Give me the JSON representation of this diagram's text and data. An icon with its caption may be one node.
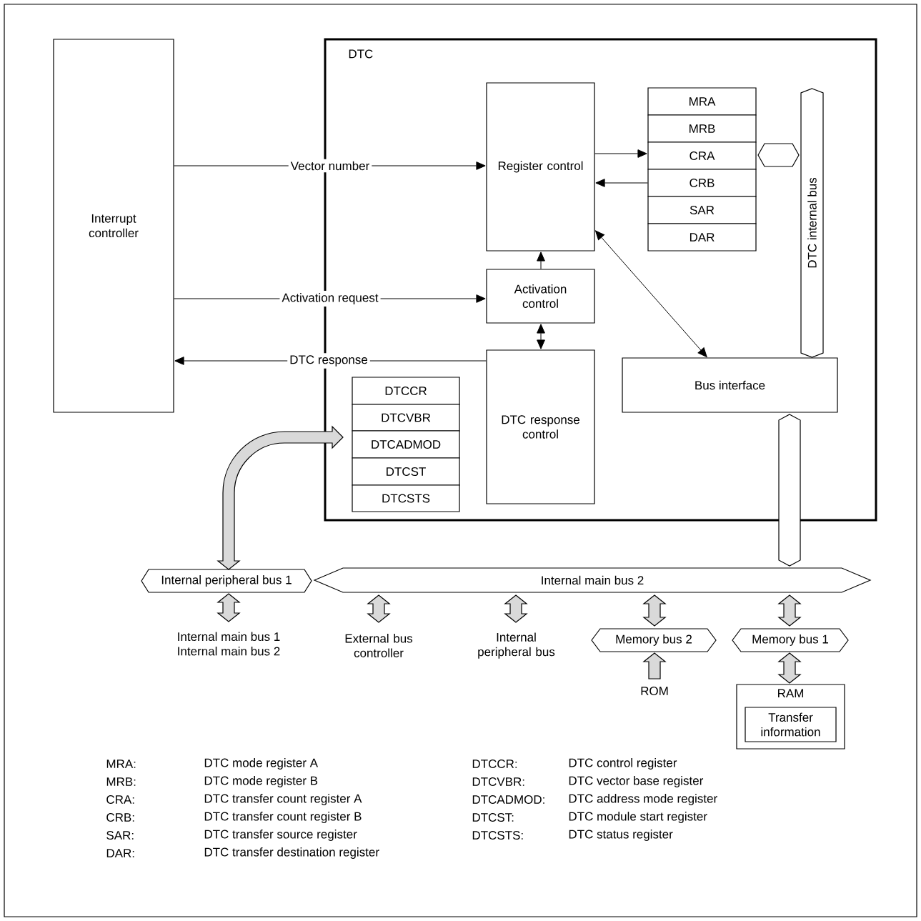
{
  "diagram": {
    "nodes": [
      {
        "text": [
          "Interrupt controller"
        ]
      },
      {
        "text": [
          "DTC"
        ]
      },
      {
        "text": [
          "Register control"
        ],
        "in": 1
      },
      {
        "text": [
          "MRA"
        ],
        "in": 1
      },
      {
        "text": [
          "MRB"
        ],
        "in": 1
      },
      {
        "text": [
          "CRA"
        ],
        "in": 1
      },
      {
        "text": [
          "CRB"
        ],
        "in": 1
      },
      {
        "text": [
          "SAR"
        ],
        "in": 1
      },
      {
        "text": [
          "DAR"
        ],
        "in": 1
      },
      {
        "text": [
          "DTC internal bus"
        ],
        "in": 1
      },
      {
        "text": [
          "Activation control"
        ],
        "in": 1
      },
      {
        "text": [
          "DTC response control"
        ],
        "in": 1
      },
      {
        "text": [
          "Bus interface"
        ],
        "in": 1
      },
      {
        "text": [
          "DTCCR"
        ],
        "in": 1
      },
      {
        "text": [
          "DTCVBR"
        ],
        "in": 1
      },
      {
        "text": [
          "DTCADMOD"
        ],
        "in": 1
      },
      {
        "text": [
          "DTCST"
        ],
        "in": 1
      },
      {
        "text": [
          "DTCSTS"
        ],
        "in": 1
      },
      {
        "text": [
          "Internal peripheral bus 1"
        ]
      },
      {
        "text": [
          "Internal main bus 2"
        ]
      },
      {
        "text": [
          "Internal main bus 1",
          "Internal main bus 2"
        ]
      },
      {
        "text": [
          "External bus controller"
        ]
      },
      {
        "text": [
          "Internal peripheral bus"
        ]
      },
      {
        "text": [
          "Memory bus 2"
        ]
      },
      {
        "text": [
          "Memory bus 1"
        ]
      },
      {
        "text": [
          "ROM"
        ]
      },
      {
        "text": [
          "RAM"
        ]
      },
      {
        "text": [
          "Transfer information"
        ],
        "in": 26
      }
    ],
    "edges": [
      {
        "from": 0,
        "to": 2,
        "arrow": "to",
        "label": "Vector number"
      },
      {
        "from": 0,
        "to": 10,
        "arrow": "to",
        "label": "Activation request"
      },
      {
        "from": 11,
        "to": 0,
        "arrow": "to",
        "label": "DTC response"
      },
      {
        "from": 2,
        "to": 5,
        "arrow": "to"
      },
      {
        "from": 6,
        "to": 2,
        "arrow": "to"
      },
      {
        "from": 10,
        "to": 2,
        "arrow": "to"
      },
      {
        "from": 10,
        "to": 11,
        "arrow": "both"
      },
      {
        "from": 2,
        "to": 12,
        "arrow": "both"
      },
      {
        "from": 5,
        "to": 9,
        "arrow": "none",
        "style": "thick"
      },
      {
        "from": 12,
        "to": 19,
        "arrow": "none",
        "style": "thick"
      },
      {
        "from": 18,
        "to": 15,
        "arrow": "both",
        "style": "thick"
      },
      {
        "from": 18,
        "to": 20,
        "arrow": "both",
        "style": "thick"
      },
      {
        "from": 19,
        "to": 21,
        "arrow": "both",
        "style": "thick"
      },
      {
        "from": 19,
        "to": 22,
        "arrow": "both",
        "style": "thick"
      },
      {
        "from": 19,
        "to": 23,
        "arrow": "both",
        "style": "thick"
      },
      {
        "from": 19,
        "to": 24,
        "arrow": "both",
        "style": "thick"
      },
      {
        "from": 25,
        "to": 23,
        "arrow": "to",
        "style": "thick"
      },
      {
        "from": 24,
        "to": 26,
        "arrow": "both",
        "style": "thick"
      }
    ],
    "labels": [
      "MRA:",
      "DTC mode register A",
      "DTCCR:",
      "DTC control register",
      "MRB:",
      "DTC mode register B",
      "DTCVBR:",
      "DTC vector base register",
      "CRA:",
      "DTC transfer count register A",
      "DTCADMOD:",
      "DTC address mode register",
      "CRB:",
      "DTC transfer count register B",
      "DTCST:",
      "DTC module start register",
      "SAR:",
      "DTC transfer source register",
      "DTCSTS:",
      "DTC status register",
      "DAR:",
      "DTC transfer destination register"
    ]
  }
}
